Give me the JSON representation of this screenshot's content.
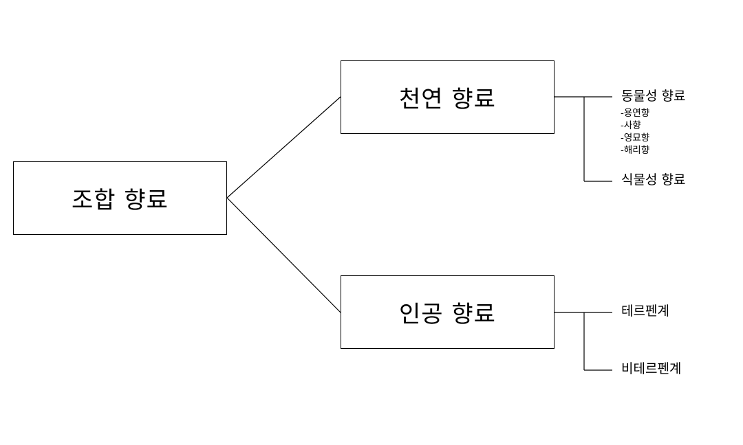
{
  "diagram": {
    "root": {
      "label": "조합 향료"
    },
    "natural": {
      "label": "천연 향료",
      "children": {
        "animal": {
          "label": "동물성 향료",
          "items": [
            "-용연향",
            "-사향",
            "-영묘향",
            "-해리향"
          ]
        },
        "plant": {
          "label": "식물성 향료"
        }
      }
    },
    "artificial": {
      "label": "인공 향료",
      "children": {
        "terpene": {
          "label": "테르펜계"
        },
        "nonterpene": {
          "label": "비테르펜계"
        }
      }
    }
  },
  "colors": {
    "line": "#000000",
    "box_border": "#000000",
    "background": "#ffffff"
  }
}
